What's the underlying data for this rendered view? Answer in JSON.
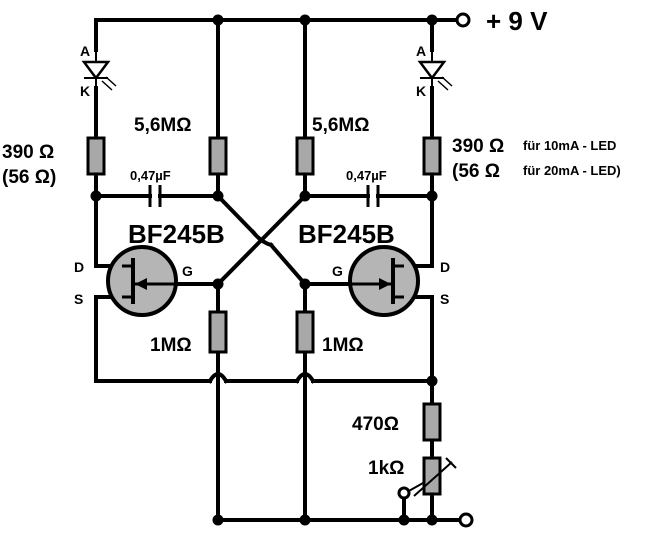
{
  "supply_label": "+ 9 V",
  "led": {
    "anode": "A",
    "cathode": "K"
  },
  "left": {
    "led_resistor": "390",
    "led_resistor_alt": "(56",
    "gate_resistor": "5,6M",
    "capacitor": "0,47µF",
    "transistor": "BF245B",
    "pin_d": "D",
    "pin_s": "S",
    "pin_g": "G",
    "source_resistor": "1M"
  },
  "right": {
    "led_resistor": "390",
    "led_resistor_alt": "(56",
    "note_10ma": "für 10mA - LED",
    "note_20ma": "für 20mA - LED)",
    "gate_resistor": "5,6M",
    "capacitor": "0,47µF",
    "transistor": "BF245B",
    "pin_d": "D",
    "pin_s": "S",
    "pin_g": "G",
    "source_resistor": "1M"
  },
  "bottom": {
    "resistor": "470",
    "potentiometer": "1k"
  },
  "ohm_symbol": "Ω"
}
